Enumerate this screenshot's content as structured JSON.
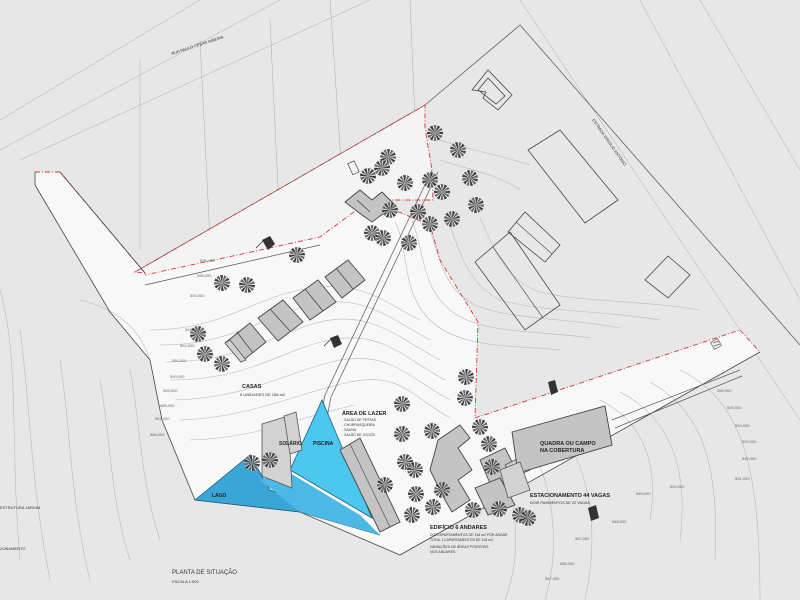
{
  "labels": {
    "street": "RUA PAULO CÉSAR RIBEIRA",
    "road": "ESTRADA VIRGÍLIO ANTÔNIO",
    "casas_title": "CASAS",
    "casas_sub": "6 UNIDADES DE 156 m2",
    "lazer_title": "ÁREA DE LAZER",
    "lazer_items": [
      "- SALÃO DE FESTAS",
      "- CHURRASQUEIRA",
      "- SAUNA",
      "- SALÃO DE JOGOS"
    ],
    "solario": "SOLÁRIO",
    "piscina": "PISCINA",
    "lago": "LAGO",
    "quadra_1": "QUADRA OU CAMPO",
    "quadra_2": "NA COBERTURA",
    "estacionamento_title": "ESTACIONAMENTO 44 VAGAS",
    "estacionamento_sub": "DOIS PAVIMENTOS DE 22 VAGAS",
    "edificio_title": "EDIFÍCIO 6 ANDARES",
    "edificio_l1": "DOIS APARTAMENTOS DE 118 m2 POR ANDAR",
    "edificio_l2": "TOTAL 12 APARTAMENTOS DE 118 m2",
    "edificio_l3": "VARIAÇÕES DE ÁREAS POSSÍVEIS",
    "edificio_l4": "NOS ANDARES",
    "left_1": "ESTRUTURA JARDIM",
    "left_2": "ZONAMENTO",
    "plan_title": "PLANTA DE SITUAÇÃO",
    "plan_scale": "ESCALA 1:500"
  },
  "elevations": [
    "586,000",
    "587,000",
    "588,000",
    "589,000",
    "590,000",
    "591,000",
    "592,000",
    "593,000",
    "594,000",
    "595,000",
    "596,000"
  ],
  "colors": {
    "background": "#e7e7e7",
    "site": "#f7f7f7",
    "building": "#c4c4c4",
    "pool": "#4cc8f0",
    "lake": "#3aa6d8",
    "boundary": "#d9343a"
  }
}
